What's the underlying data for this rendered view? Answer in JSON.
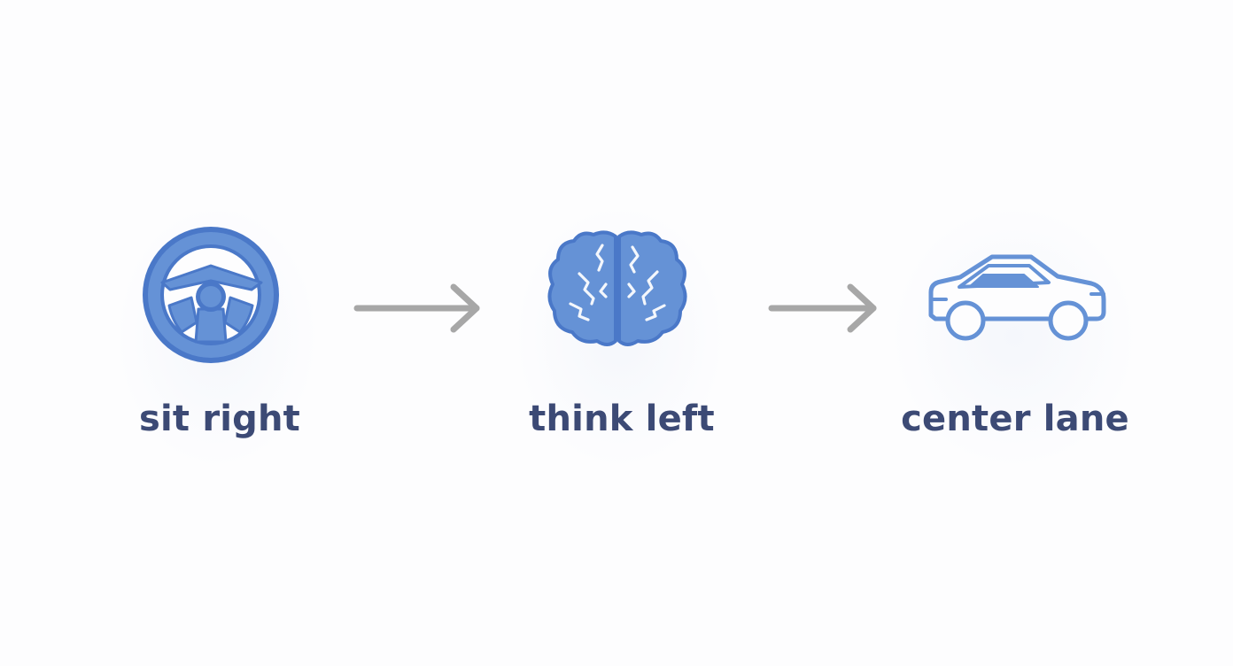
{
  "steps": [
    {
      "label": "sit right",
      "icon": "steering-wheel-icon"
    },
    {
      "label": "think left",
      "icon": "brain-icon"
    },
    {
      "label": "center lane",
      "icon": "car-icon"
    }
  ],
  "colors": {
    "icon_fill": "#6592d6",
    "icon_stroke": "#4a78c8",
    "label_text": "#3c4a75",
    "arrow": "#a7a7a7",
    "background": "#fdfdfe"
  }
}
